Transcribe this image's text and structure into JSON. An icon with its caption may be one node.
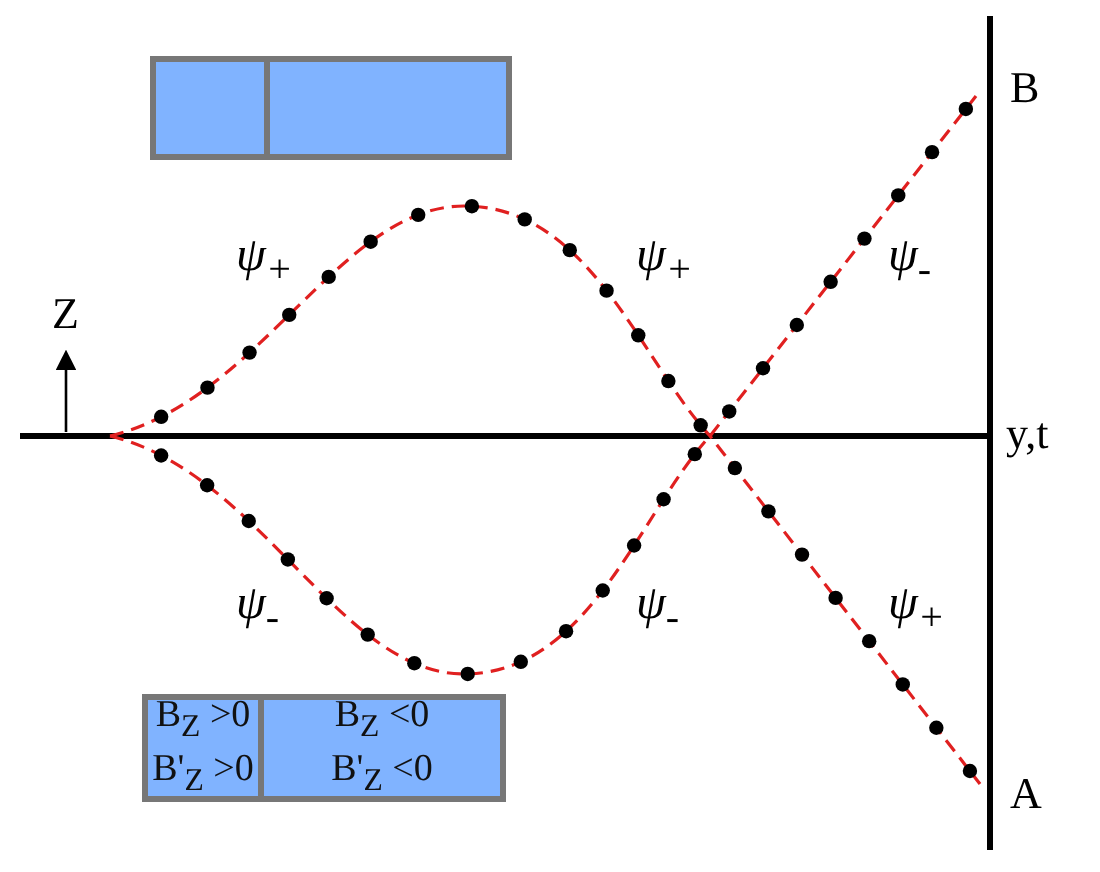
{
  "diagram": {
    "nodes": [
      {
        "text": [],
        "shape": "box"
      },
      {
        "text": [],
        "shape": "box"
      },
      {
        "text": [
          "B$_{Z}$ >0",
          "B'$_{Z}$ >0"
        ]
      },
      {
        "text": [
          "B$_{Z}$ <0",
          "B'$_{Z}$ <0"
        ]
      }
    ],
    "edges": [],
    "labels": [
      "B",
      "ψ$_{+}$",
      "ψ$_{+}$",
      "ψ$_{-}$",
      "Z",
      "y,t",
      "ψ$_{-}$",
      "ψ$_{-}$",
      "ψ$_{+}$",
      "A"
    ]
  }
}
